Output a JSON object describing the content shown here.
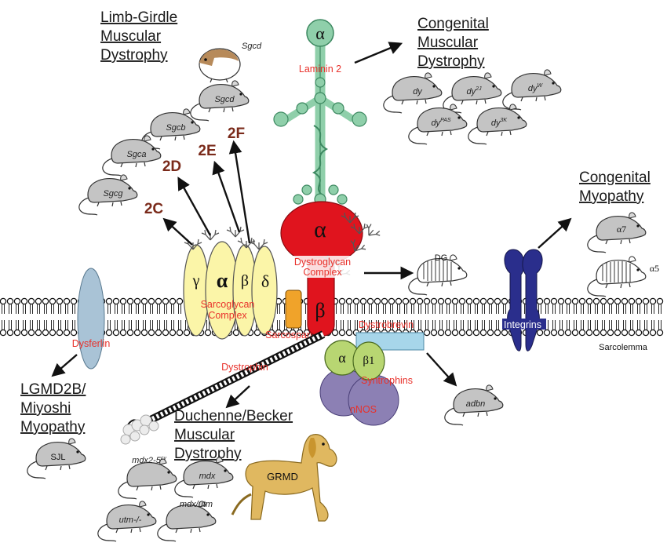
{
  "diseases": {
    "lgmd_line1": "Limb-Girdle",
    "lgmd_line2": "Muscular",
    "lgmd_line3": "Dystrophy",
    "cmd_line1": "Congenital",
    "cmd_line2": "Muscular",
    "cmd_line3": "Dystrophy",
    "cm_line1": "Congenital",
    "cm_line2": "Myopathy",
    "lgmd2b_line1": "LGMD2B/",
    "lgmd2b_line2": "Miyoshi",
    "lgmd2b_line3": "Myopathy",
    "dmd_line1": "Duchenne/Becker",
    "dmd_line2": "Muscular",
    "dmd_line3": "Dystrophy"
  },
  "lgmd_subtypes": [
    "2C",
    "2D",
    "2E",
    "2F"
  ],
  "proteins": {
    "laminin": "Laminin 2",
    "laminin_alpha": "α",
    "dg_alpha": "α",
    "dg_beta": "β",
    "dg_complex_line1": "Dystroglycan",
    "dg_complex_line2": "Complex",
    "sg_gamma": "γ",
    "sg_alpha": "α",
    "sg_beta": "β",
    "sg_delta": "δ",
    "sg_complex_line1": "Sarcoglycan",
    "sg_complex_line2": "Complex",
    "sarcospan": "Sarcospan",
    "dysferlin": "Dysferlin",
    "dystrophin": "Dystrophin",
    "dystrobrevin": "Dystrobrevin",
    "syn_alpha": "α",
    "syn_beta": "β1",
    "syntrophins": "Syntrophins",
    "nnos": "nNOS",
    "integrins": "Integrins",
    "sarcolemma": "Sarcolemma"
  },
  "models": {
    "sgcd_hamster": "Sgcd",
    "sgcd": "Sgcd",
    "sgcb": "Sgcb",
    "sgca": "Sgca",
    "sgcg": "Sgcg",
    "dy": "dy",
    "dy2j": "dy",
    "dy2j_sup": "2J",
    "dy3k": "dy",
    "dy3k_sup": "3K",
    "dyw": "dy",
    "dyw_sup": "W",
    "dypas": "dy",
    "dypas_sup": "PAS",
    "dg": "DG",
    "a7": "α7",
    "a5": "α5",
    "adbn": "adbn",
    "sjl": "SJL",
    "mdx25cv": "mdx2-5",
    "mdx25cv_sup": "cv",
    "mdx": "mdx",
    "mdxutm": "mdx/utm",
    "utm": "utm-/-",
    "grmd": "GRMD"
  },
  "colors": {
    "laminin": "#8fcfaa",
    "dystroglycan": "#e0141e",
    "sarcoglycan": "#fbf5a8",
    "sarcospan": "#f0a32a",
    "dysferlin": "#a9c3d6",
    "syntrophin": "#b8d672",
    "nnos": "#8c80b4",
    "dystrobrevin": "#a7d6ea",
    "integrin": "#2a2e8c",
    "label_red": "#e8312b",
    "subtype_code": "#7a2a1a",
    "mouse": "#c4c4c4",
    "dog": "#e0b860"
  }
}
